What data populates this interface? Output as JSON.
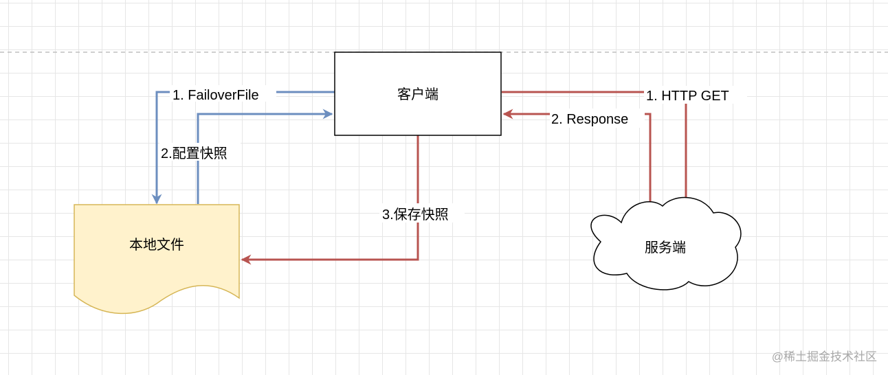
{
  "nodes": {
    "client": {
      "label": "客户端"
    },
    "local_file": {
      "label": "本地文件",
      "fill": "#fff2cc",
      "stroke": "#d6b656"
    },
    "server": {
      "label": "服务端"
    }
  },
  "edges": {
    "failover_file": {
      "label": "1. FailoverFile",
      "color": "#6c8ebf"
    },
    "config_snapshot": {
      "label": "2.配置快照",
      "color": "#6c8ebf"
    },
    "save_snapshot": {
      "label": "3.保存快照",
      "color": "#b85450"
    },
    "http_get": {
      "label": "1. HTTP GET",
      "color": "#b85450"
    },
    "response": {
      "label": "2. Response",
      "color": "#b85450"
    }
  },
  "watermark": "@稀土掘金技术社区"
}
